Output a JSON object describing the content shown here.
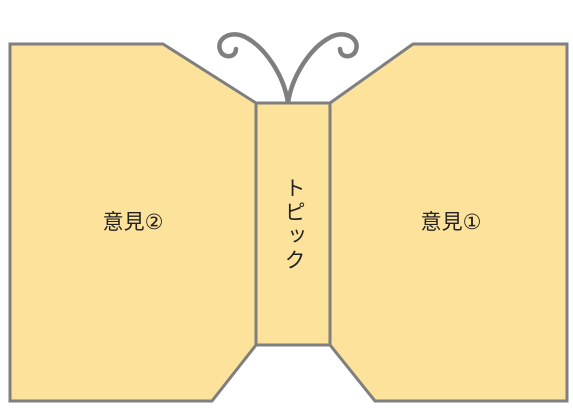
{
  "diagram": {
    "colors": {
      "fill": "#FCE29B",
      "stroke": "#7F7F7F"
    },
    "left_wing": {
      "label": "意見②"
    },
    "right_wing": {
      "label": "意見①"
    },
    "center": {
      "label": "トピック"
    }
  }
}
